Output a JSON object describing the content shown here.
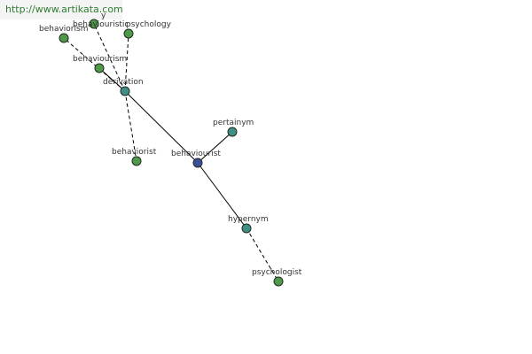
{
  "banner": {
    "url": "http://www.artikata.com"
  },
  "colors": {
    "center": "#3d4f9c",
    "relation": "#3f8f87",
    "word": "#4f9a4a"
  },
  "graph": {
    "nodes": [
      {
        "id": "behaviourist",
        "label": "behaviourist",
        "kind": "center"
      },
      {
        "id": "derivation",
        "label": "derivation",
        "kind": "relation"
      },
      {
        "id": "pertainym",
        "label": "pertainym",
        "kind": "relation"
      },
      {
        "id": "hypernym",
        "label": "hypernym",
        "kind": "relation"
      },
      {
        "id": "behaviorism",
        "label": "behaviorism",
        "kind": "word"
      },
      {
        "id": "behaviouristic",
        "label": "behaviouristic",
        "kind": "word"
      },
      {
        "id": "psychology",
        "label": "psychology",
        "kind": "word"
      },
      {
        "id": "behaviourism",
        "label": "behaviourism",
        "kind": "word"
      },
      {
        "id": "behaviorist",
        "label": "behaviorist",
        "kind": "word"
      },
      {
        "id": "psychologist",
        "label": "psychologist",
        "kind": "word"
      },
      {
        "id": "partial",
        "label": "y",
        "kind": "label-only"
      }
    ],
    "edges": [
      {
        "from": "behaviourist",
        "to": "derivation",
        "style": "solid"
      },
      {
        "from": "behaviourist",
        "to": "pertainym",
        "style": "solid"
      },
      {
        "from": "behaviourist",
        "to": "hypernym",
        "style": "solid"
      },
      {
        "from": "derivation",
        "to": "behaviorism",
        "style": "dashed"
      },
      {
        "from": "derivation",
        "to": "behaviouristic",
        "style": "dashed"
      },
      {
        "from": "derivation",
        "to": "psychology",
        "style": "dashed"
      },
      {
        "from": "derivation",
        "to": "behaviourism",
        "style": "solid"
      },
      {
        "from": "derivation",
        "to": "behaviorist",
        "style": "dashed"
      },
      {
        "from": "hypernym",
        "to": "psychologist",
        "style": "dashed"
      }
    ]
  }
}
